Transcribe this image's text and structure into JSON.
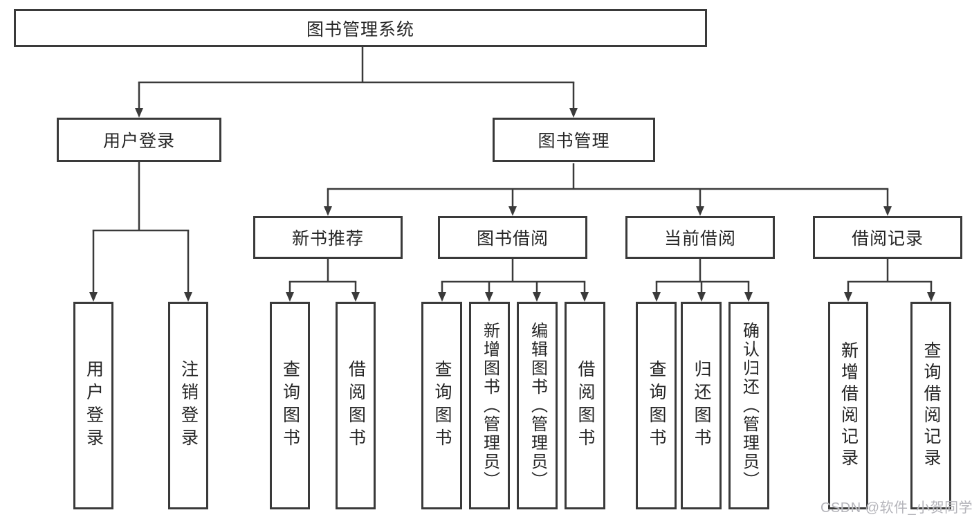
{
  "diagram": {
    "title": "图书管理系统",
    "colors": {
      "line": "#3a3a3a",
      "box_border": "#3a3a3a",
      "text": "#262626",
      "background": "#ffffff",
      "watermark": "#b4b4ba"
    },
    "nodes": {
      "root": {
        "label": "图书管理系统"
      },
      "user_login": {
        "label": "用户登录"
      },
      "book_mgmt": {
        "label": "图书管理"
      },
      "new_book_rec": {
        "label": "新书推荐"
      },
      "book_borrow": {
        "label": "图书借阅"
      },
      "current_borrow": {
        "label": "当前借阅"
      },
      "borrow_record": {
        "label": "借阅记录"
      },
      "login": {
        "label": "用户登录"
      },
      "logout": {
        "label": "注销登录"
      },
      "rec_query_book": {
        "label": "查询图书"
      },
      "rec_borrow_book": {
        "label": "借阅图书"
      },
      "bb_query_book": {
        "label": "查询图书"
      },
      "bb_add_book": {
        "label": "新增图书（管理员）"
      },
      "bb_edit_book": {
        "label": "编辑图书（管理员）"
      },
      "bb_borrow_book": {
        "label": "借阅图书"
      },
      "cb_query_book": {
        "label": "查询图书"
      },
      "cb_return_book": {
        "label": "归还图书"
      },
      "cb_confirm_return": {
        "label": "确认归还（管理员）"
      },
      "br_add_record": {
        "label": "新增借阅记录"
      },
      "br_query_record": {
        "label": "查询借阅记录"
      }
    },
    "edges": [
      [
        "root",
        "user_login"
      ],
      [
        "root",
        "book_mgmt"
      ],
      [
        "user_login",
        "login"
      ],
      [
        "user_login",
        "logout"
      ],
      [
        "book_mgmt",
        "new_book_rec"
      ],
      [
        "book_mgmt",
        "book_borrow"
      ],
      [
        "book_mgmt",
        "current_borrow"
      ],
      [
        "book_mgmt",
        "borrow_record"
      ],
      [
        "new_book_rec",
        "rec_query_book"
      ],
      [
        "new_book_rec",
        "rec_borrow_book"
      ],
      [
        "book_borrow",
        "bb_query_book"
      ],
      [
        "book_borrow",
        "bb_add_book"
      ],
      [
        "book_borrow",
        "bb_edit_book"
      ],
      [
        "book_borrow",
        "bb_borrow_book"
      ],
      [
        "current_borrow",
        "cb_query_book"
      ],
      [
        "current_borrow",
        "cb_return_book"
      ],
      [
        "current_borrow",
        "cb_confirm_return"
      ],
      [
        "borrow_record",
        "br_add_record"
      ],
      [
        "borrow_record",
        "br_query_record"
      ]
    ],
    "watermark": "CSDN @软件_小贺同学"
  }
}
